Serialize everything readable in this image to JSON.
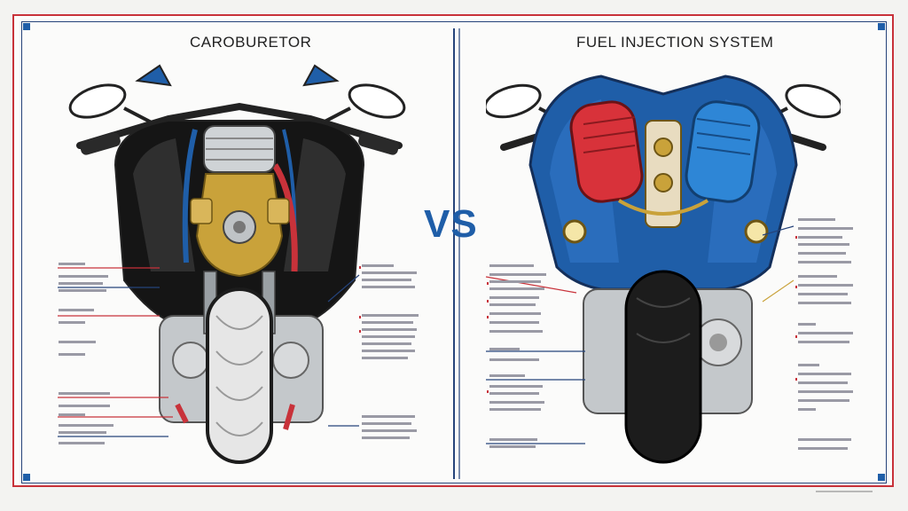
{
  "titles": {
    "left": "CAROBURETOR",
    "center": "VS",
    "right": "FUEL INJECTION SYSTEM"
  },
  "colors": {
    "accent_red": "#c8323a",
    "accent_blue": "#1f5ea8",
    "navy": "#25437a",
    "gold": "#c9a23a",
    "tire": "#1c1c1c"
  },
  "icons": {
    "left_illustration": "carburetor-motorcycle-icon",
    "right_illustration": "fuel-injection-motorcycle-icon"
  }
}
